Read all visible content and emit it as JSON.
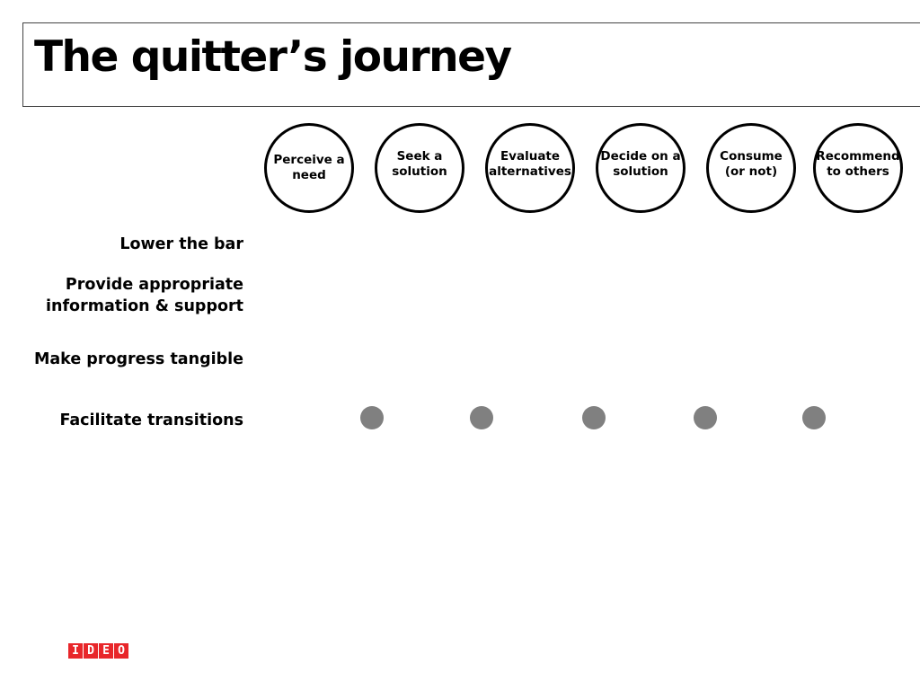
{
  "title": "The quitter’s journey",
  "stages": [
    {
      "label": "Perceive a\nneed"
    },
    {
      "label": "Seek a\nsolution"
    },
    {
      "label": "Evaluate\nalternatives"
    },
    {
      "label": "Decide on a\nsolution"
    },
    {
      "label": "Consume\n(or not)"
    },
    {
      "label": "Recommend\nto others"
    }
  ],
  "rows": [
    {
      "label": "Lower the bar"
    },
    {
      "label": "Provide appropriate\ninformation & support"
    },
    {
      "label": "Make progress tangible"
    },
    {
      "label": "Facilitate transitions"
    }
  ],
  "transition_dot_color": "#808080",
  "logo": {
    "letters": [
      "I",
      "D",
      "E",
      "O"
    ],
    "color": "#e8262a"
  }
}
